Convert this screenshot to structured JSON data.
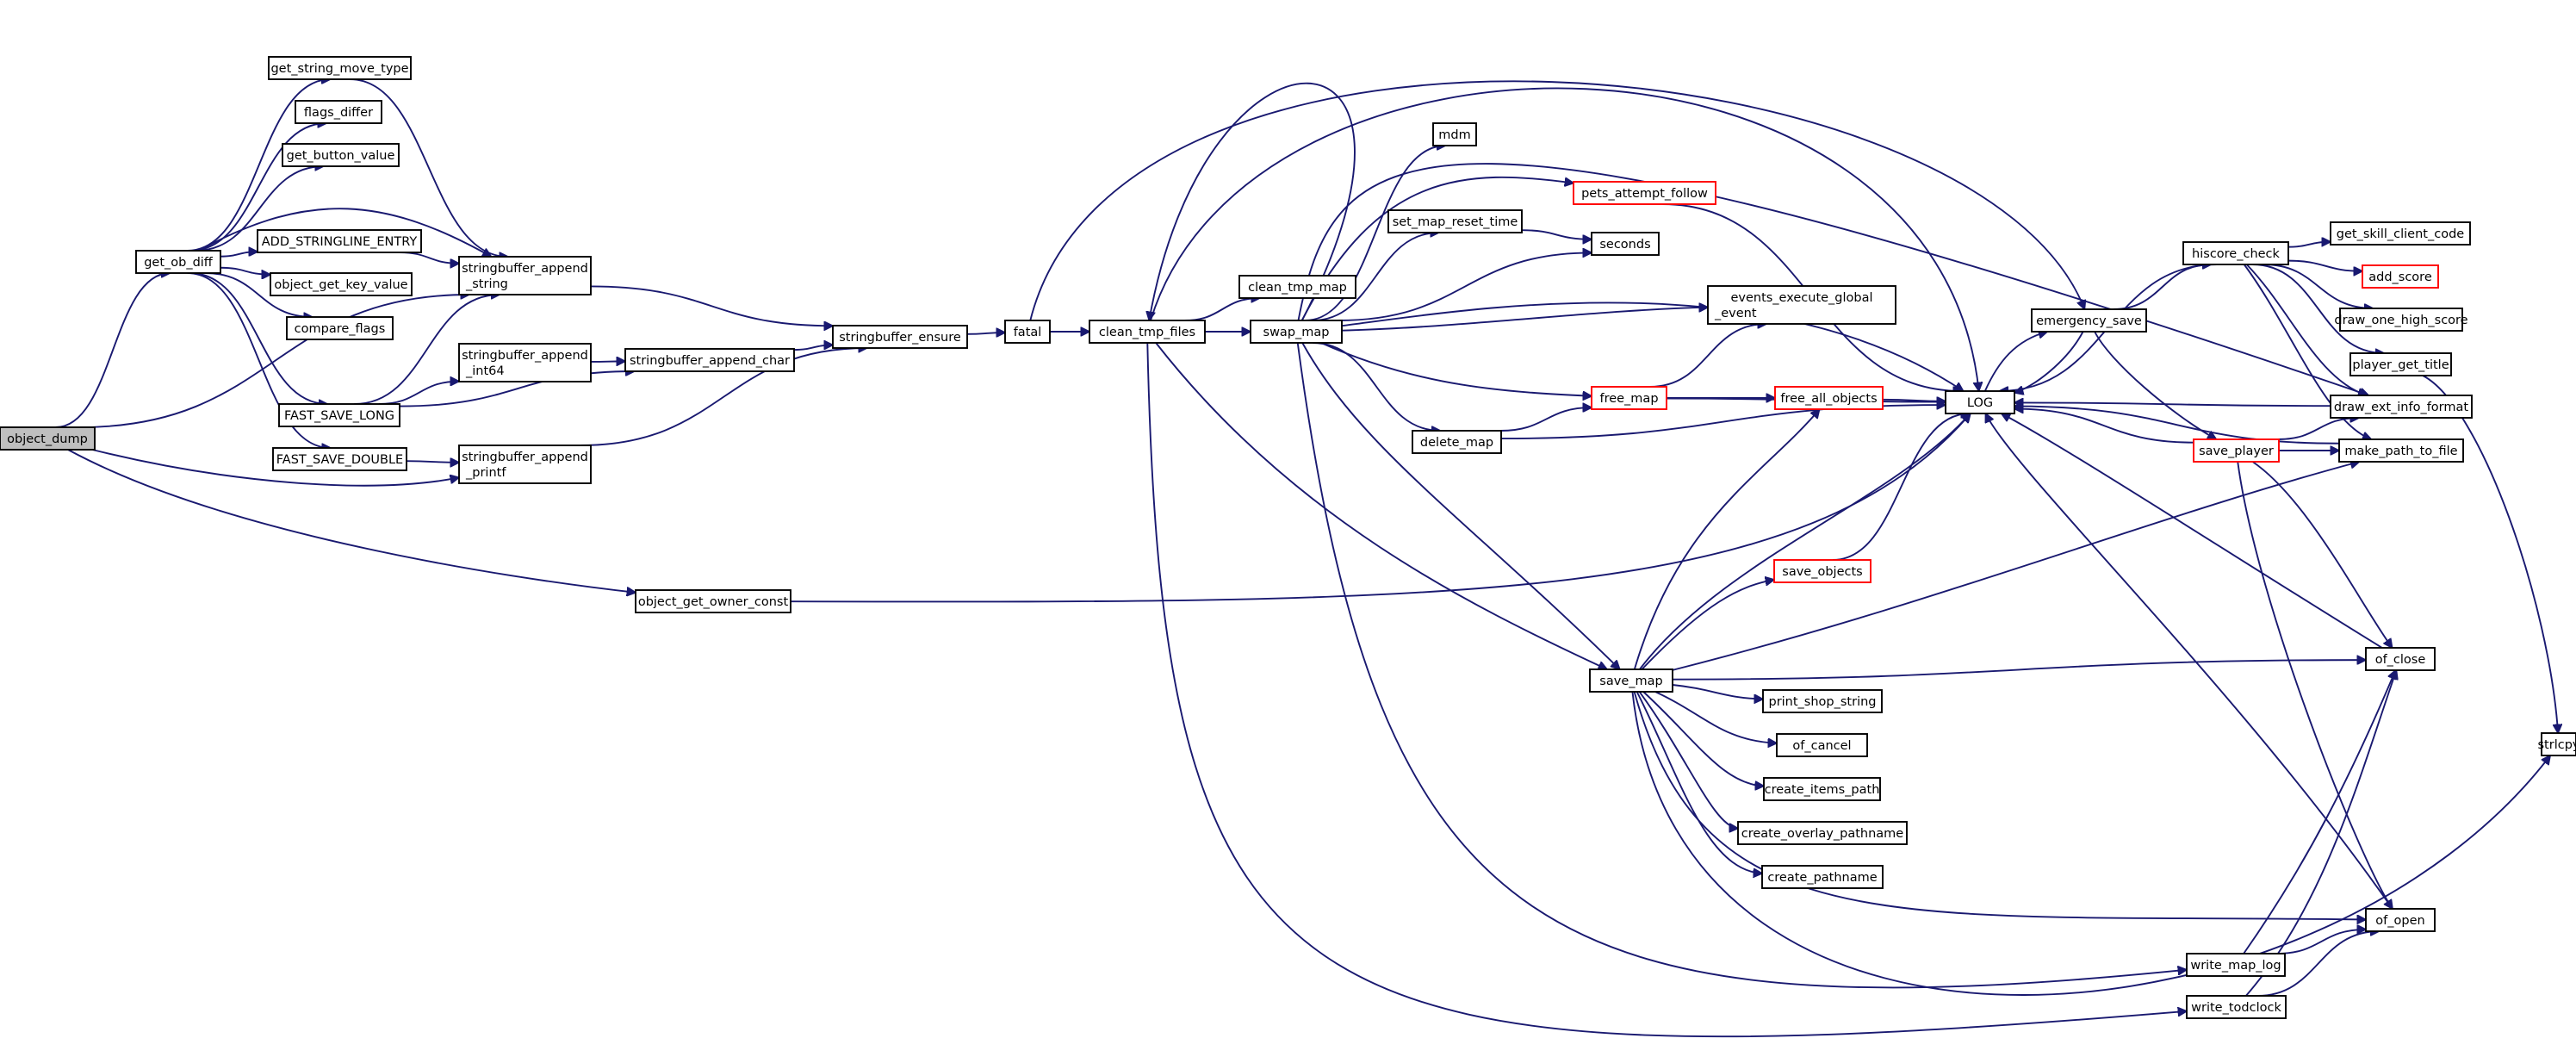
{
  "colors": {
    "edge": "#191970",
    "node_border": "#000000",
    "truncated_node_border": "#ff0000",
    "root_fill": "#bfbfbf",
    "background": "#ffffff"
  },
  "nodes": [
    {
      "id": "object_dump",
      "lines": [
        "object_dump"
      ],
      "style": "root"
    },
    {
      "id": "get_ob_diff",
      "lines": [
        "get_ob_diff"
      ]
    },
    {
      "id": "get_string_move_type",
      "lines": [
        "get_string_move_type"
      ]
    },
    {
      "id": "flags_differ",
      "lines": [
        "flags_differ"
      ]
    },
    {
      "id": "get_button_value",
      "lines": [
        "get_button_value"
      ]
    },
    {
      "id": "ADD_STRINGLINE_ENTRY",
      "lines": [
        "ADD_STRINGLINE_ENTRY"
      ]
    },
    {
      "id": "object_get_key_value",
      "lines": [
        "object_get_key_value"
      ]
    },
    {
      "id": "compare_flags",
      "lines": [
        "compare_flags"
      ]
    },
    {
      "id": "FAST_SAVE_LONG",
      "lines": [
        "FAST_SAVE_LONG"
      ]
    },
    {
      "id": "FAST_SAVE_DOUBLE",
      "lines": [
        "FAST_SAVE_DOUBLE"
      ]
    },
    {
      "id": "stringbuffer_append_string",
      "lines": [
        "stringbuffer_append",
        "_string"
      ]
    },
    {
      "id": "stringbuffer_append_int64",
      "lines": [
        "stringbuffer_append",
        "_int64"
      ]
    },
    {
      "id": "stringbuffer_append_printf",
      "lines": [
        "stringbuffer_append",
        "_printf"
      ]
    },
    {
      "id": "stringbuffer_append_char",
      "lines": [
        "stringbuffer_append_char"
      ]
    },
    {
      "id": "stringbuffer_ensure",
      "lines": [
        "stringbuffer_ensure"
      ]
    },
    {
      "id": "fatal",
      "lines": [
        "fatal"
      ]
    },
    {
      "id": "clean_tmp_files",
      "lines": [
        "clean_tmp_files"
      ]
    },
    {
      "id": "clean_tmp_map",
      "lines": [
        "clean_tmp_map"
      ]
    },
    {
      "id": "swap_map",
      "lines": [
        "swap_map"
      ]
    },
    {
      "id": "object_get_owner_const",
      "lines": [
        "object_get_owner_const"
      ]
    },
    {
      "id": "mdm",
      "lines": [
        "mdm"
      ]
    },
    {
      "id": "pets_attempt_follow",
      "lines": [
        "pets_attempt_follow"
      ],
      "style": "red"
    },
    {
      "id": "set_map_reset_time",
      "lines": [
        "set_map_reset_time"
      ]
    },
    {
      "id": "seconds",
      "lines": [
        "seconds"
      ]
    },
    {
      "id": "events_execute_global_event",
      "lines": [
        "events_execute_global",
        "_event"
      ]
    },
    {
      "id": "free_map",
      "lines": [
        "free_map"
      ],
      "style": "red"
    },
    {
      "id": "free_all_objects",
      "lines": [
        "free_all_objects"
      ],
      "style": "red"
    },
    {
      "id": "delete_map",
      "lines": [
        "delete_map"
      ]
    },
    {
      "id": "save_objects",
      "lines": [
        "save_objects"
      ],
      "style": "red"
    },
    {
      "id": "save_map",
      "lines": [
        "save_map"
      ]
    },
    {
      "id": "print_shop_string",
      "lines": [
        "print_shop_string"
      ]
    },
    {
      "id": "of_cancel",
      "lines": [
        "of_cancel"
      ]
    },
    {
      "id": "create_items_path",
      "lines": [
        "create_items_path"
      ]
    },
    {
      "id": "create_overlay_pathname",
      "lines": [
        "create_overlay_pathname"
      ]
    },
    {
      "id": "create_pathname",
      "lines": [
        "create_pathname"
      ]
    },
    {
      "id": "LOG",
      "lines": [
        "LOG"
      ]
    },
    {
      "id": "emergency_save",
      "lines": [
        "emergency_save"
      ]
    },
    {
      "id": "save_player",
      "lines": [
        "save_player"
      ],
      "style": "red"
    },
    {
      "id": "write_map_log",
      "lines": [
        "write_map_log"
      ]
    },
    {
      "id": "write_todclock",
      "lines": [
        "write_todclock"
      ]
    },
    {
      "id": "hiscore_check",
      "lines": [
        "hiscore_check"
      ]
    },
    {
      "id": "get_skill_client_code",
      "lines": [
        "get_skill_client_code"
      ]
    },
    {
      "id": "add_score",
      "lines": [
        "add_score"
      ],
      "style": "red"
    },
    {
      "id": "draw_one_high_score",
      "lines": [
        "draw_one_high_score"
      ]
    },
    {
      "id": "player_get_title",
      "lines": [
        "player_get_title"
      ]
    },
    {
      "id": "draw_ext_info_format",
      "lines": [
        "draw_ext_info_format"
      ]
    },
    {
      "id": "make_path_to_file",
      "lines": [
        "make_path_to_file"
      ]
    },
    {
      "id": "of_close",
      "lines": [
        "of_close"
      ]
    },
    {
      "id": "of_open",
      "lines": [
        "of_open"
      ]
    },
    {
      "id": "strlcpy",
      "lines": [
        "strlcpy"
      ]
    }
  ],
  "edges": [
    [
      "object_dump",
      "get_ob_diff"
    ],
    [
      "object_dump",
      "stringbuffer_append_string"
    ],
    [
      "object_dump",
      "stringbuffer_append_printf"
    ],
    [
      "object_dump",
      "object_get_owner_const"
    ],
    [
      "get_ob_diff",
      "get_string_move_type"
    ],
    [
      "get_ob_diff",
      "flags_differ"
    ],
    [
      "get_ob_diff",
      "get_button_value"
    ],
    [
      "get_ob_diff",
      "ADD_STRINGLINE_ENTRY"
    ],
    [
      "get_ob_diff",
      "object_get_key_value"
    ],
    [
      "get_ob_diff",
      "compare_flags"
    ],
    [
      "get_ob_diff",
      "FAST_SAVE_LONG"
    ],
    [
      "get_ob_diff",
      "FAST_SAVE_DOUBLE"
    ],
    [
      "get_ob_diff",
      "stringbuffer_append_string"
    ],
    [
      "get_string_move_type",
      "stringbuffer_append_string"
    ],
    [
      "ADD_STRINGLINE_ENTRY",
      "stringbuffer_append_string"
    ],
    [
      "FAST_SAVE_LONG",
      "stringbuffer_append_string"
    ],
    [
      "FAST_SAVE_LONG",
      "stringbuffer_append_int64"
    ],
    [
      "FAST_SAVE_LONG",
      "stringbuffer_append_char"
    ],
    [
      "FAST_SAVE_DOUBLE",
      "stringbuffer_append_printf"
    ],
    [
      "stringbuffer_append_string",
      "stringbuffer_ensure"
    ],
    [
      "stringbuffer_append_int64",
      "stringbuffer_append_char"
    ],
    [
      "stringbuffer_append_char",
      "stringbuffer_ensure"
    ],
    [
      "stringbuffer_append_printf",
      "stringbuffer_ensure"
    ],
    [
      "stringbuffer_ensure",
      "fatal"
    ],
    [
      "fatal",
      "clean_tmp_files"
    ],
    [
      "fatal",
      "emergency_save"
    ],
    [
      "clean_tmp_files",
      "clean_tmp_map"
    ],
    [
      "clean_tmp_files",
      "swap_map"
    ],
    [
      "clean_tmp_files",
      "LOG"
    ],
    [
      "clean_tmp_files",
      "save_map"
    ],
    [
      "clean_tmp_files",
      "write_todclock"
    ],
    [
      "swap_map",
      "mdm"
    ],
    [
      "swap_map",
      "pets_attempt_follow"
    ],
    [
      "swap_map",
      "set_map_reset_time"
    ],
    [
      "swap_map",
      "seconds"
    ],
    [
      "swap_map",
      "events_execute_global_event"
    ],
    [
      "swap_map",
      "LOG"
    ],
    [
      "swap_map",
      "free_map"
    ],
    [
      "swap_map",
      "delete_map"
    ],
    [
      "swap_map",
      "save_map"
    ],
    [
      "swap_map",
      "write_map_log"
    ],
    [
      "swap_map",
      "draw_ext_info_format"
    ],
    [
      "swap_map",
      "clean_tmp_files"
    ],
    [
      "object_get_owner_const",
      "LOG"
    ],
    [
      "pets_attempt_follow",
      "LOG"
    ],
    [
      "set_map_reset_time",
      "seconds"
    ],
    [
      "free_map",
      "events_execute_global_event"
    ],
    [
      "free_map",
      "free_all_objects"
    ],
    [
      "free_map",
      "LOG"
    ],
    [
      "free_all_objects",
      "LOG"
    ],
    [
      "delete_map",
      "free_map"
    ],
    [
      "delete_map",
      "LOG"
    ],
    [
      "save_map",
      "free_all_objects"
    ],
    [
      "save_map",
      "save_objects"
    ],
    [
      "save_map",
      "LOG"
    ],
    [
      "save_map",
      "make_path_to_file"
    ],
    [
      "save_map",
      "of_close"
    ],
    [
      "save_map",
      "print_shop_string"
    ],
    [
      "save_map",
      "of_cancel"
    ],
    [
      "save_map",
      "create_items_path"
    ],
    [
      "save_map",
      "create_overlay_pathname"
    ],
    [
      "save_map",
      "create_pathname"
    ],
    [
      "save_map",
      "of_open"
    ],
    [
      "save_map",
      "strlcpy"
    ],
    [
      "save_objects",
      "LOG"
    ],
    [
      "LOG",
      "emergency_save"
    ],
    [
      "emergency_save",
      "LOG"
    ],
    [
      "emergency_save",
      "hiscore_check"
    ],
    [
      "emergency_save",
      "save_player"
    ],
    [
      "hiscore_check",
      "get_skill_client_code"
    ],
    [
      "hiscore_check",
      "add_score"
    ],
    [
      "hiscore_check",
      "draw_one_high_score"
    ],
    [
      "hiscore_check",
      "player_get_title"
    ],
    [
      "hiscore_check",
      "draw_ext_info_format"
    ],
    [
      "hiscore_check",
      "LOG"
    ],
    [
      "hiscore_check",
      "make_path_to_file"
    ],
    [
      "player_get_title",
      "strlcpy"
    ],
    [
      "save_player",
      "LOG"
    ],
    [
      "save_player",
      "draw_ext_info_format"
    ],
    [
      "save_player",
      "make_path_to_file"
    ],
    [
      "save_player",
      "of_close"
    ],
    [
      "save_player",
      "of_open"
    ],
    [
      "draw_ext_info_format",
      "LOG"
    ],
    [
      "make_path_to_file",
      "LOG"
    ],
    [
      "of_close",
      "LOG"
    ],
    [
      "of_open",
      "LOG"
    ],
    [
      "write_map_log",
      "of_close"
    ],
    [
      "write_map_log",
      "of_open"
    ],
    [
      "write_todclock",
      "of_close"
    ],
    [
      "write_todclock",
      "of_open"
    ]
  ]
}
